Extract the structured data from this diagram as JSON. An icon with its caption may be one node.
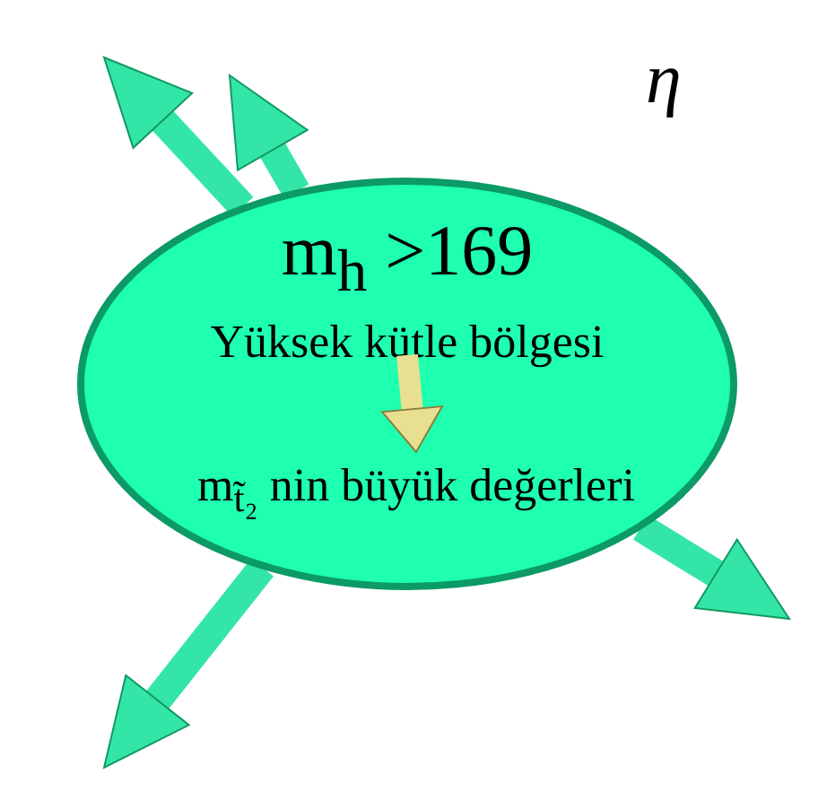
{
  "diagram": {
    "nodes": [
      {
        "text": [],
        "shape": "ellipse"
      },
      {
        "text": [
          "m$_{h}$ >169",
          "Yüksek kütle bölgesi"
        ],
        "in": 0
      },
      {
        "text": [
          "m$_{t̃₂}$  nin büyük değerleri"
        ],
        "in": 0
      }
    ],
    "edges": [
      {
        "from": 1,
        "to": 2,
        "arrow": "to",
        "color": "#e8e090"
      },
      {
        "from": 0,
        "to": null,
        "arrow": "to"
      },
      {
        "from": 0,
        "to": null,
        "arrow": "to"
      },
      {
        "from": 0,
        "to": null,
        "arrow": "to"
      },
      {
        "from": 0,
        "to": null,
        "arrow": "to"
      }
    ],
    "labels": [
      "η"
    ]
  }
}
